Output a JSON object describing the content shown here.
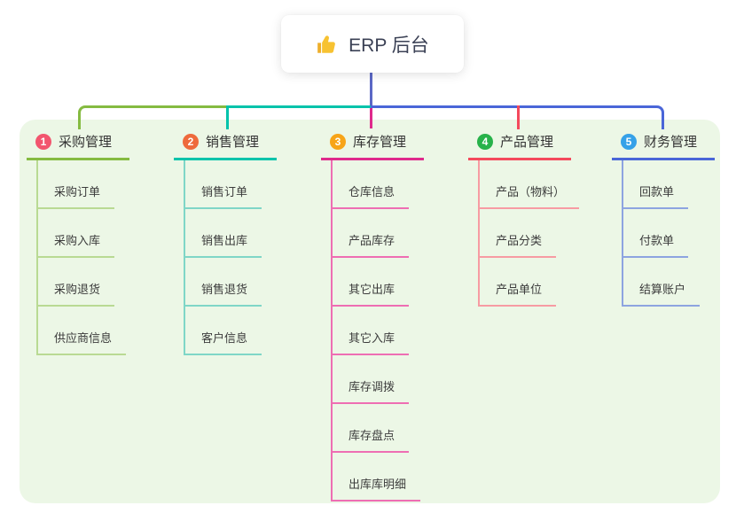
{
  "root": {
    "title": "ERP 后台",
    "icon": "thumbs-up-icon",
    "line_color": "#5b68c6"
  },
  "colors": {
    "panel_bg": "#ecf7e6",
    "card_bg": "#ffffff",
    "title_text": "#3b4155",
    "branch_text": "#333333",
    "child_text": "#3c3c3c"
  },
  "branches": [
    {
      "index": "1",
      "title": "采购管理",
      "badge_color": "#f2556e",
      "line_color": "#85bb41",
      "child_line_color": "#b9da93",
      "children": [
        "采购订单",
        "采购入库",
        "采购退货",
        "供应商信息"
      ]
    },
    {
      "index": "2",
      "title": "销售管理",
      "badge_color": "#ee6a3c",
      "line_color": "#00c3ab",
      "child_line_color": "#7fd6c7",
      "children": [
        "销售订单",
        "销售出库",
        "销售退货",
        "客户信息"
      ]
    },
    {
      "index": "3",
      "title": "库存管理",
      "badge_color": "#f7a418",
      "line_color": "#df2a8c",
      "child_line_color": "#ee6eb3",
      "children": [
        "仓库信息",
        "产品库存",
        "其它出库",
        "其它入库",
        "库存调拨",
        "库存盘点",
        "出库库明细"
      ]
    },
    {
      "index": "4",
      "title": "产品管理",
      "badge_color": "#27b24a",
      "line_color": "#f4495c",
      "child_line_color": "#f79ba3",
      "children": [
        "产品（物料）",
        "产品分类",
        "产品单位"
      ]
    },
    {
      "index": "5",
      "title": "财务管理",
      "badge_color": "#35a1e8",
      "line_color": "#4a66d8",
      "child_line_color": "#8da4e0",
      "children": [
        "回款单",
        "付款单",
        "结算账户"
      ]
    }
  ]
}
